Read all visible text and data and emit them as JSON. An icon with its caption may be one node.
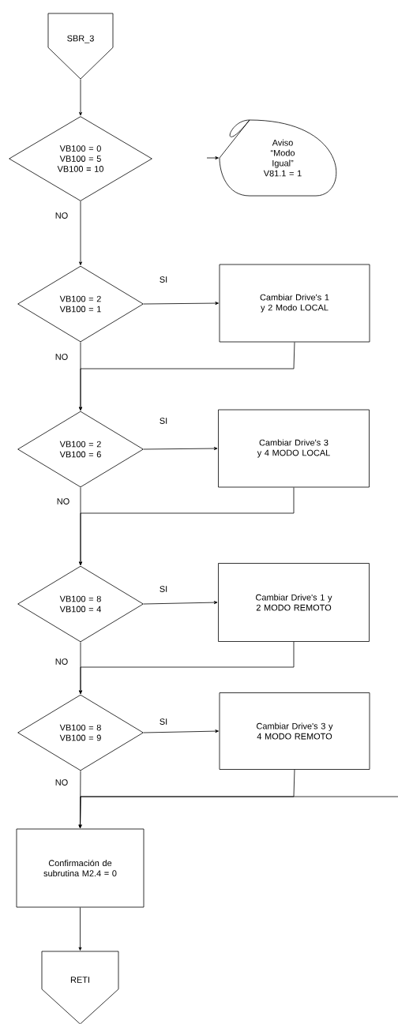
{
  "diagram": {
    "nodes": [
      {
        "text": [
          "SBR_3"
        ]
      },
      {
        "text": [
          "VB100 = 0 VB100 = 5 VB100 = 10"
        ]
      },
      {
        "text": [
          "Aviso “Modo Igual” V81.1 = 1"
        ]
      },
      {
        "text": [
          "VB100 = 2 VB100 = 1"
        ]
      },
      {
        "text": [
          "Cambiar Drive's 1 y 2 Modo LOCAL"
        ]
      },
      {
        "text": [
          "VB100 = 2 VB100 = 6"
        ]
      },
      {
        "text": [
          "Cambiar Drive's 3 y 4 MODO LOCAL"
        ]
      },
      {
        "text": [
          "VB100 = 8 VB100 = 4"
        ]
      },
      {
        "text": [
          "Cambiar Drive's 1 y 2 MODO REMOTO"
        ]
      },
      {
        "text": [
          "VB100 = 8 VB100 = 9"
        ]
      },
      {
        "text": [
          "Cambiar Drive's 3 y 4 MODO REMOTO"
        ]
      },
      {
        "text": [
          "Confirmación de subrutina M2.4 = 0"
        ]
      },
      {
        "text": [
          "RETI"
        ]
      }
    ],
    "edges": [
      {
        "from": 0,
        "to": 1,
        "arrow": "to"
      },
      {
        "from": 1,
        "to": 3,
        "arrow": "to",
        "label": "NO"
      },
      {
        "from": null,
        "to": 2,
        "arrow": "to"
      },
      {
        "from": 3,
        "to": 4,
        "arrow": "to",
        "label": "SI"
      },
      {
        "from": 3,
        "to": 5,
        "arrow": "to",
        "label": "NO"
      },
      {
        "from": 4,
        "to": 5,
        "arrow": "to"
      },
      {
        "from": 5,
        "to": 6,
        "arrow": "to",
        "label": "SI"
      },
      {
        "from": 5,
        "to": 7,
        "arrow": "to",
        "label": "NO"
      },
      {
        "from": 6,
        "to": 7,
        "arrow": "to"
      },
      {
        "from": 7,
        "to": 8,
        "arrow": "to",
        "label": "SI"
      },
      {
        "from": 7,
        "to": 9,
        "arrow": "to",
        "label": "NO"
      },
      {
        "from": 8,
        "to": 9,
        "arrow": "to"
      },
      {
        "from": 9,
        "to": 10,
        "arrow": "to",
        "label": "SI"
      },
      {
        "from": 9,
        "to": 11,
        "arrow": "to",
        "label": "NO"
      },
      {
        "from": 10,
        "to": 11,
        "arrow": "to"
      },
      {
        "from": null,
        "to": 11,
        "arrow": "to"
      },
      {
        "from": 11,
        "to": 12,
        "arrow": "to"
      }
    ]
  }
}
